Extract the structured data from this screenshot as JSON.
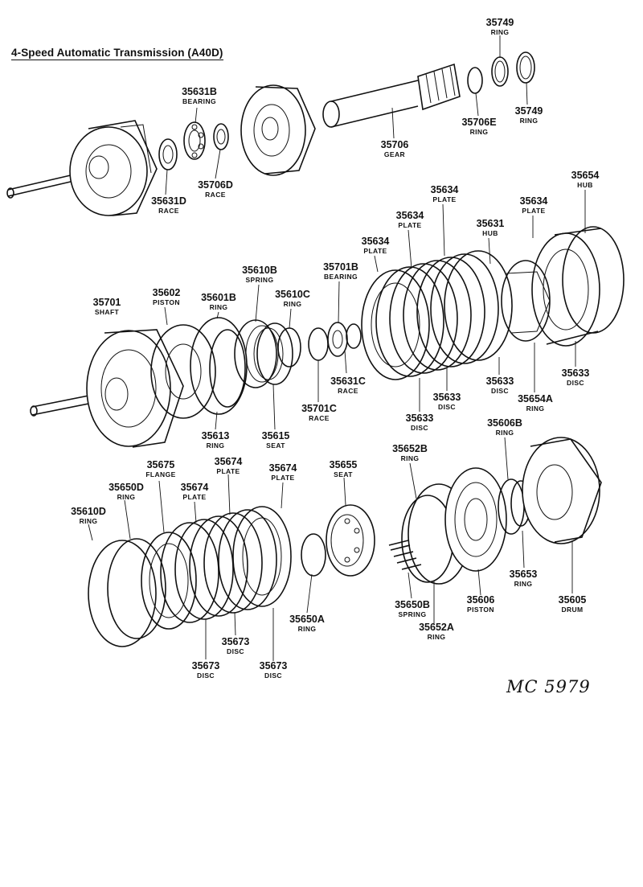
{
  "title": "4-Speed Automatic Transmission (A40D)",
  "drawing_code": "MC 5979",
  "callouts": [
    {
      "part_no": "35749",
      "name": "RING"
    },
    {
      "part_no": "35631B",
      "name": "BEARING"
    },
    {
      "part_no": "35706E",
      "name": "RING"
    },
    {
      "part_no": "35749",
      "name": "RING"
    },
    {
      "part_no": "35706",
      "name": "GEAR"
    },
    {
      "part_no": "35706D",
      "name": "RACE"
    },
    {
      "part_no": "35631D",
      "name": "RACE"
    },
    {
      "part_no": "35654",
      "name": "HUB"
    },
    {
      "part_no": "35634",
      "name": "PLATE"
    },
    {
      "part_no": "35634",
      "name": "PLATE"
    },
    {
      "part_no": "35634",
      "name": "PLATE"
    },
    {
      "part_no": "35631",
      "name": "HUB"
    },
    {
      "part_no": "35634",
      "name": "PLATE"
    },
    {
      "part_no": "35610B",
      "name": "SPRING"
    },
    {
      "part_no": "35701B",
      "name": "BEARING"
    },
    {
      "part_no": "35701",
      "name": "SHAFT"
    },
    {
      "part_no": "35602",
      "name": "PISTON"
    },
    {
      "part_no": "35601B",
      "name": "RING"
    },
    {
      "part_no": "35610C",
      "name": "RING"
    },
    {
      "part_no": "35631C",
      "name": "RACE"
    },
    {
      "part_no": "35633",
      "name": "DISC"
    },
    {
      "part_no": "35633",
      "name": "DISC"
    },
    {
      "part_no": "35633",
      "name": "DISC"
    },
    {
      "part_no": "35654A",
      "name": "RING"
    },
    {
      "part_no": "35701C",
      "name": "RACE"
    },
    {
      "part_no": "35633",
      "name": "DISC"
    },
    {
      "part_no": "35613",
      "name": "RING"
    },
    {
      "part_no": "35615",
      "name": "SEAT"
    },
    {
      "part_no": "35606B",
      "name": "RING"
    },
    {
      "part_no": "35652B",
      "name": "RING"
    },
    {
      "part_no": "35675",
      "name": "FLANGE"
    },
    {
      "part_no": "35674",
      "name": "PLATE"
    },
    {
      "part_no": "35674",
      "name": "PLATE"
    },
    {
      "part_no": "35655",
      "name": "SEAT"
    },
    {
      "part_no": "35650D",
      "name": "RING"
    },
    {
      "part_no": "35674",
      "name": "PLATE"
    },
    {
      "part_no": "35610D",
      "name": "RING"
    },
    {
      "part_no": "35653",
      "name": "RING"
    },
    {
      "part_no": "35650B",
      "name": "SPRING"
    },
    {
      "part_no": "35606",
      "name": "PISTON"
    },
    {
      "part_no": "35605",
      "name": "DRUM"
    },
    {
      "part_no": "35650A",
      "name": "RING"
    },
    {
      "part_no": "35652A",
      "name": "RING"
    },
    {
      "part_no": "35673",
      "name": "DISC"
    },
    {
      "part_no": "35673",
      "name": "DISC"
    },
    {
      "part_no": "35673",
      "name": "DISC"
    }
  ]
}
